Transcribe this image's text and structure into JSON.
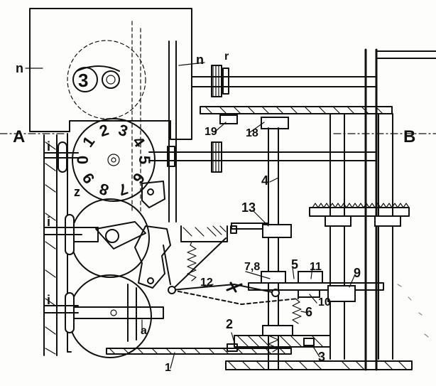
{
  "labels": {
    "n_left": "n",
    "n_right": "n",
    "r": "r",
    "three_top": "3",
    "A": "A",
    "B": "B",
    "i_top": "i",
    "i_mid": "i",
    "i_low": "i",
    "z": "z",
    "a": "a",
    "l1": "1",
    "l2": "2",
    "l3": "3",
    "l4": "4",
    "l5": "5",
    "l6": "6",
    "l78": "7,8",
    "l9": "9",
    "l10": "10",
    "l11": "11",
    "l12": "12",
    "l13": "13",
    "l18": "18",
    "l19": "19"
  },
  "wheel_digits": [
    "0",
    "1",
    "2",
    "3",
    "4",
    "5",
    "6",
    "7",
    "8",
    "9"
  ]
}
